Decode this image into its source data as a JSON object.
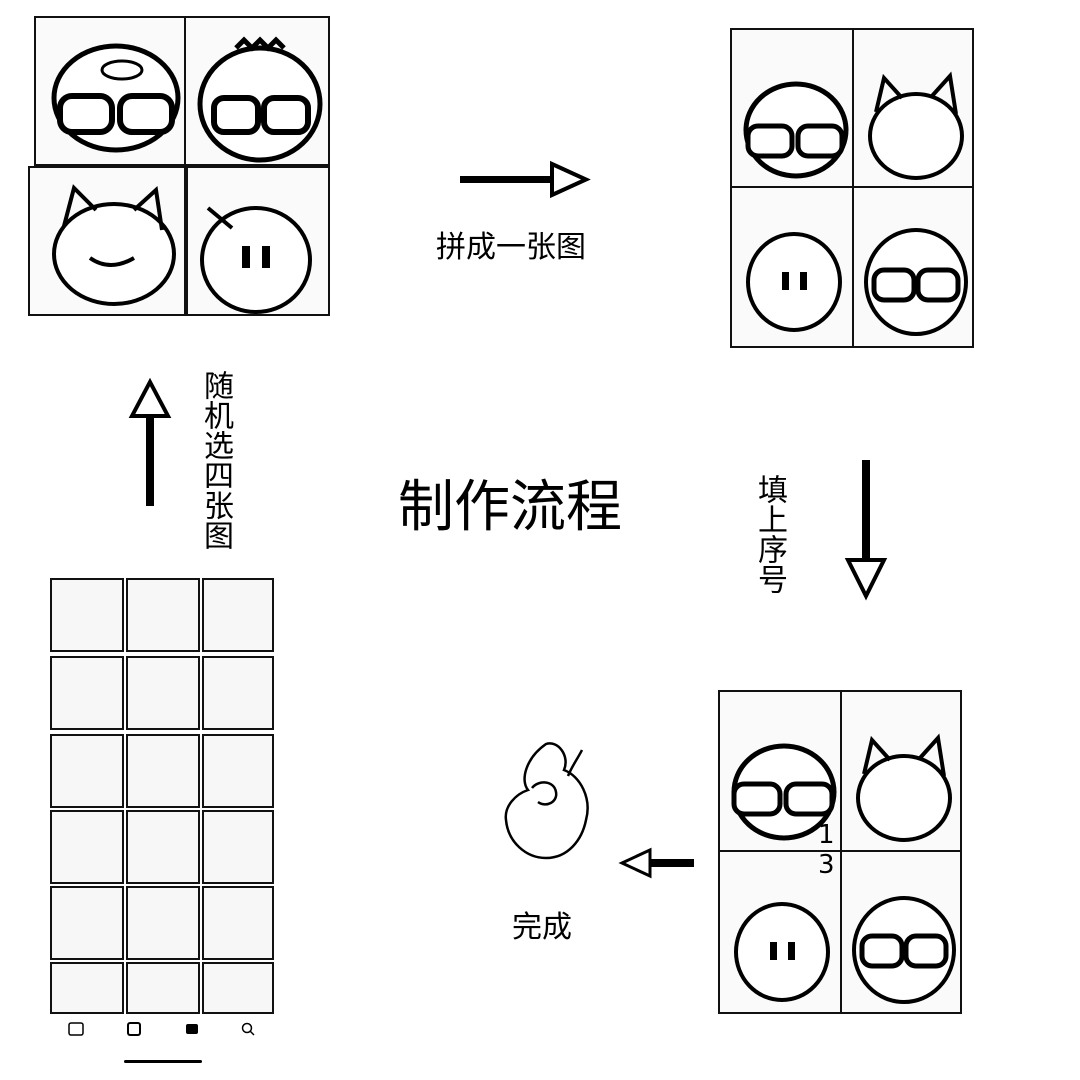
{
  "title": "制作流程",
  "steps": {
    "combine": "拼成一张图",
    "random_pick": "随机选四张图",
    "add_numbers": "填上序号",
    "done": "完成"
  },
  "numbers": [
    "1",
    "3"
  ],
  "phone_nav": [
    "",
    "",
    "",
    ""
  ],
  "icons": {
    "arrow_right": "arrow-right-icon",
    "arrow_down": "arrow-down-icon",
    "arrow_left": "arrow-left-icon",
    "arrow_up": "arrow-up-icon",
    "ok_hand": "ok-hand-icon"
  }
}
